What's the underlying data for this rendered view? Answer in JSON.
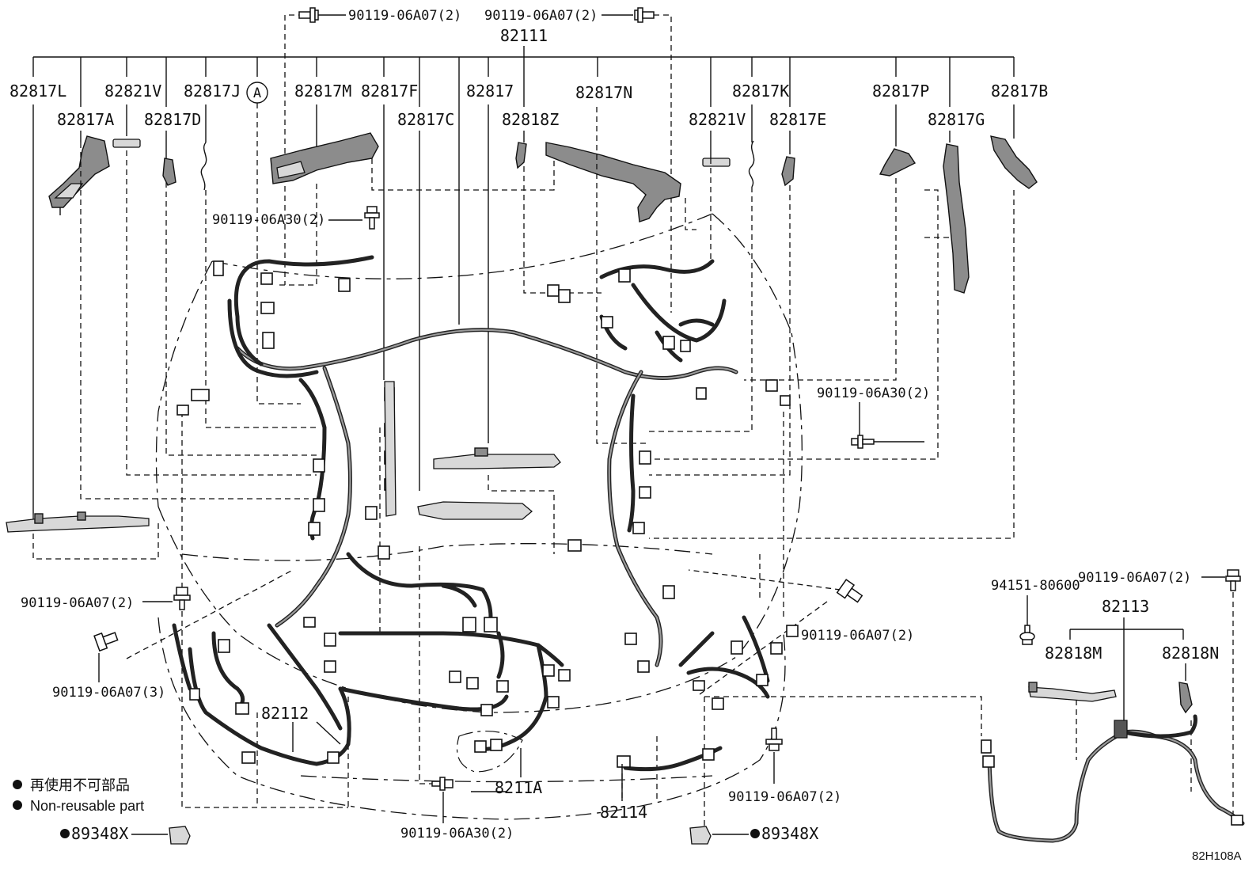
{
  "labels": {
    "l82111": "82111",
    "l82817L": "82817L",
    "l82821V_left": "82821V",
    "l82817J": "82817J",
    "circleA": "A",
    "l82817M": "82817M",
    "l82817F": "82817F",
    "l82817": "82817",
    "l82817N": "82817N",
    "l82817K": "82817K",
    "l82817P": "82817P",
    "l82817B": "82817B",
    "l82817A": "82817A",
    "l82817D": "82817D",
    "l82817C": "82817C",
    "l82818Z": "82818Z",
    "l82821V_right": "82821V",
    "l82817E": "82817E",
    "l82817G": "82817G",
    "bolt_top_left": "90119-06A07(2)",
    "bolt_top_right": "90119-06A07(2)",
    "bolt_a30_upper": "90119-06A30(2)",
    "bolt_a30_right": "90119-06A30(2)",
    "bolt_a07_left": "90119-06A07(2)",
    "bolt_a07_left3": "90119-06A07(3)",
    "bolt_a07_right": "90119-06A07(2)",
    "bolt_a07_bottom_right": "90119-06A07(2)",
    "bolt_a30_bottom": "90119-06A30(2)",
    "l82112": "82112",
    "l8211A": "8211A",
    "l82114": "82114",
    "l89348X_left": "89348X",
    "l89348X_right": "89348X",
    "l94151": "94151-80600",
    "bolt_inset": "90119-06A07(2)",
    "l82113": "82113",
    "l82818M": "82818M",
    "l82818N": "82818N",
    "diagram_code": "82H108A"
  },
  "legend": {
    "jp": "再使用不可部品",
    "en": "Non-reusable part"
  }
}
